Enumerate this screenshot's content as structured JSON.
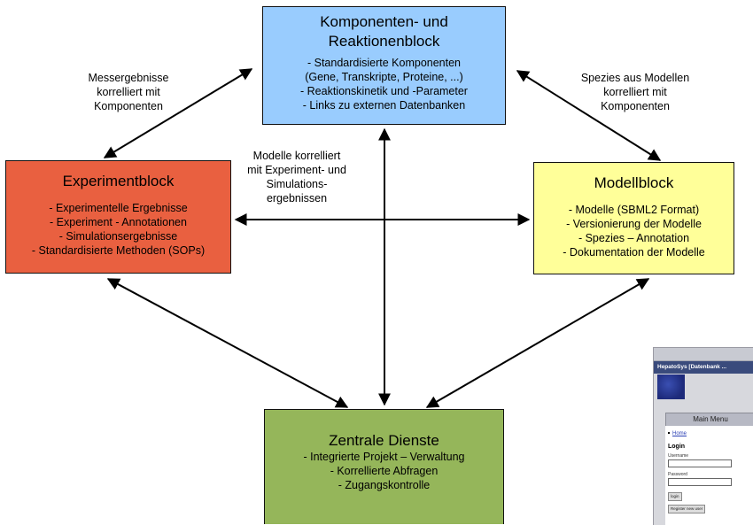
{
  "blocks": {
    "top": {
      "title": [
        "Komponenten- und",
        "Reaktionenblock"
      ],
      "items": [
        "- Standardisierte Komponenten",
        "(Gene, Transkripte, Proteine, ...)",
        "- Reaktionskinetik und -Parameter",
        "- Links zu externen Datenbanken"
      ],
      "color": "#99ccfe"
    },
    "left": {
      "title": "Experimentblock",
      "items": [
        "- Experimentelle Ergebnisse",
        "- Experiment - Annotationen",
        "- Simulationsergebnisse",
        "- Standardisierte Methoden (SOPs)"
      ],
      "color": "#e96040"
    },
    "right": {
      "title": "Modellblock",
      "items": [
        "- Modelle (SBML2 Format)",
        "- Versionierung der Modelle",
        "- Spezies – Annotation",
        "- Dokumentation der Modelle"
      ],
      "color": "#ffff99"
    },
    "bottom": {
      "title": "Zentrale Dienste",
      "items": [
        "- Integrierte Projekt – Verwaltung",
        "- Korrellierte Abfragen",
        "- Zugangskontrolle"
      ],
      "color": "#95b65a"
    }
  },
  "labels": {
    "left": [
      "Messergebnisse",
      "korrelliert mit",
      "Komponenten"
    ],
    "right": [
      "Spezies aus Modellen",
      "korrelliert mit",
      "Komponenten"
    ],
    "middle": [
      "Modelle korrelliert",
      "mit Experiment- und",
      "Simulations-",
      "ergebnissen"
    ]
  },
  "thumbnail": {
    "window_title": "HepatoSys [Datenbank ...",
    "menu_header": "Main Menu",
    "home_link": "Home",
    "login_heading": "Login",
    "username_label": "Username",
    "password_label": "Password",
    "login_button": "login",
    "register_button": "Register new user"
  }
}
